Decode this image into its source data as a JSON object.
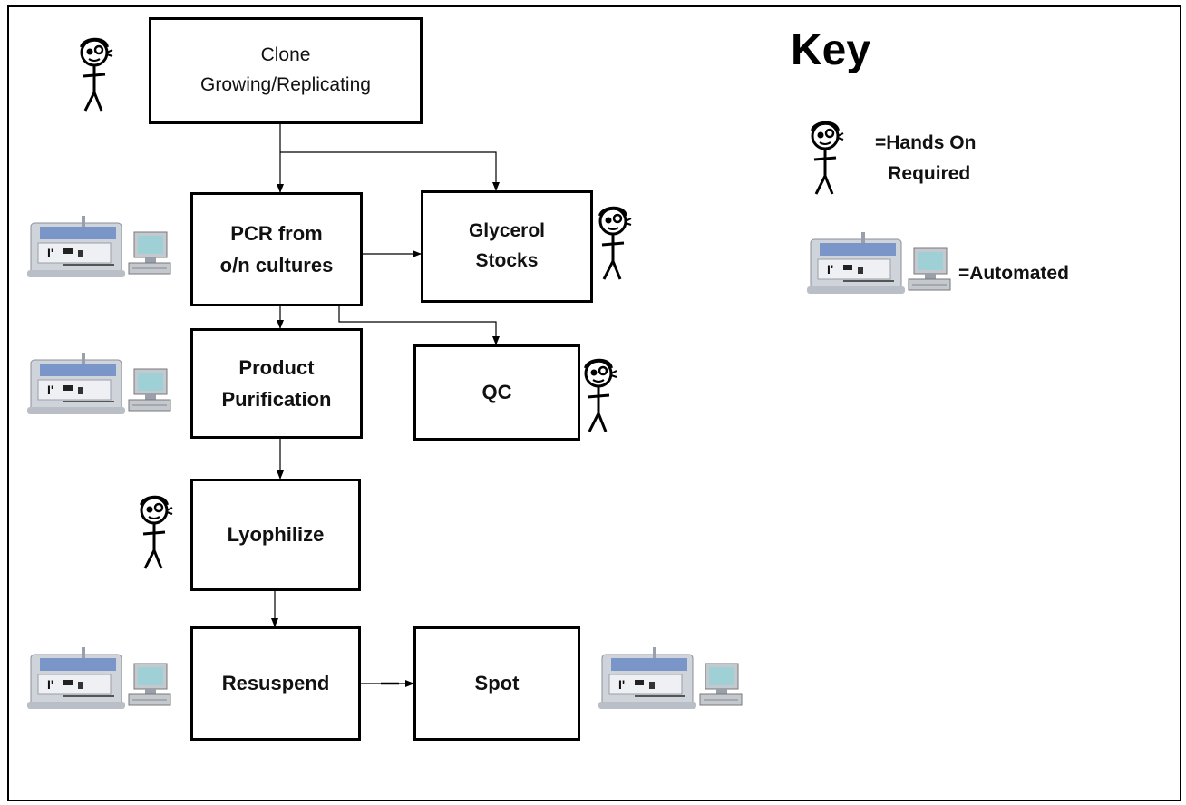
{
  "steps": {
    "clone": {
      "line1": "Clone",
      "line2": "Growing/Replicating"
    },
    "pcr": {
      "line1": "PCR from",
      "line2": "o/n cultures"
    },
    "glycerol": {
      "line1": "Glycerol",
      "line2": "Stocks"
    },
    "purification": {
      "line1": "Product",
      "line2": "Purification"
    },
    "qc": {
      "label": "QC"
    },
    "lyophilize": {
      "label": "Lyophilize"
    },
    "resuspend": {
      "label": "Resuspend"
    },
    "spot": {
      "label": "Spot"
    }
  },
  "key": {
    "title": "Key",
    "hands_on_line1": "=Hands On",
    "hands_on_line2": "Required",
    "automated": "=Automated"
  },
  "icons": {
    "hands_on": "stick-figure-icon",
    "automated": "robot-workstation-icon"
  },
  "colors": {
    "instrument_body": "#cfd3da",
    "instrument_blue": "#7a95c8",
    "monitor_screen": "#9fd0d6"
  }
}
